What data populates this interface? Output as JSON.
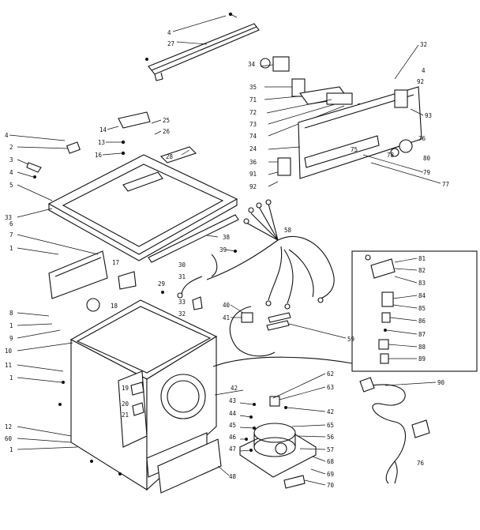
{
  "labels": [
    {
      "id": "l-4a",
      "text": "4"
    },
    {
      "id": "l-27",
      "text": "27"
    },
    {
      "id": "l-34",
      "text": "34"
    },
    {
      "id": "l-35",
      "text": "35"
    },
    {
      "id": "l-71",
      "text": "71"
    },
    {
      "id": "l-72",
      "text": "72"
    },
    {
      "id": "l-73",
      "text": "73"
    },
    {
      "id": "l-74",
      "text": "74"
    },
    {
      "id": "l-24",
      "text": "24"
    },
    {
      "id": "l-36",
      "text": "36"
    },
    {
      "id": "l-91",
      "text": "91"
    },
    {
      "id": "l-92a",
      "text": "92"
    },
    {
      "id": "l-32",
      "text": "32"
    },
    {
      "id": "l-4b",
      "text": "4"
    },
    {
      "id": "l-92b",
      "text": "92"
    },
    {
      "id": "l-93",
      "text": "93"
    },
    {
      "id": "l-76",
      "text": "76"
    },
    {
      "id": "l-78",
      "text": "78"
    },
    {
      "id": "l-80",
      "text": "80"
    },
    {
      "id": "l-79",
      "text": "79"
    },
    {
      "id": "l-75",
      "text": "75"
    },
    {
      "id": "l-77",
      "text": "77"
    },
    {
      "id": "l-14",
      "text": "14"
    },
    {
      "id": "l-13",
      "text": "13"
    },
    {
      "id": "l-16",
      "text": "16"
    },
    {
      "id": "l-25",
      "text": "25"
    },
    {
      "id": "l-26",
      "text": "26"
    },
    {
      "id": "l-28",
      "text": "28"
    },
    {
      "id": "l-4c",
      "text": "4"
    },
    {
      "id": "l-2",
      "text": "2"
    },
    {
      "id": "l-3",
      "text": "3"
    },
    {
      "id": "l-4d",
      "text": "4"
    },
    {
      "id": "l-5",
      "text": "5"
    },
    {
      "id": "l-33",
      "text": "33"
    },
    {
      "id": "l-6",
      "text": "6"
    },
    {
      "id": "l-7",
      "text": "7"
    },
    {
      "id": "l-1a",
      "text": "1"
    },
    {
      "id": "l-17",
      "text": "17"
    },
    {
      "id": "l-38",
      "text": "38"
    },
    {
      "id": "l-30",
      "text": "30"
    },
    {
      "id": "l-39",
      "text": "39"
    },
    {
      "id": "l-31",
      "text": "31"
    },
    {
      "id": "l-29",
      "text": "29"
    },
    {
      "id": "l-18",
      "text": "18"
    },
    {
      "id": "l-33b",
      "text": "33"
    },
    {
      "id": "l-32b",
      "text": "32"
    },
    {
      "id": "l-40",
      "text": "40"
    },
    {
      "id": "l-41",
      "text": "41"
    },
    {
      "id": "l-58",
      "text": "58"
    },
    {
      "id": "l-59",
      "text": "59"
    },
    {
      "id": "l-8",
      "text": "8"
    },
    {
      "id": "l-1b",
      "text": "1"
    },
    {
      "id": "l-9",
      "text": "9"
    },
    {
      "id": "l-10",
      "text": "10"
    },
    {
      "id": "l-11",
      "text": "11"
    },
    {
      "id": "l-1c",
      "text": "1"
    },
    {
      "id": "l-12",
      "text": "12"
    },
    {
      "id": "l-60",
      "text": "60"
    },
    {
      "id": "l-1d",
      "text": "1"
    },
    {
      "id": "l-19",
      "text": "19"
    },
    {
      "id": "l-20",
      "text": "20"
    },
    {
      "id": "l-21",
      "text": "21"
    },
    {
      "id": "l-42a",
      "text": "42"
    },
    {
      "id": "l-43",
      "text": "43"
    },
    {
      "id": "l-44",
      "text": "44"
    },
    {
      "id": "l-45",
      "text": "45"
    },
    {
      "id": "l-46",
      "text": "46"
    },
    {
      "id": "l-47",
      "text": "47"
    },
    {
      "id": "l-48",
      "text": "48"
    },
    {
      "id": "l-62",
      "text": "62"
    },
    {
      "id": "l-63",
      "text": "63"
    },
    {
      "id": "l-42b",
      "text": "42"
    },
    {
      "id": "l-65",
      "text": "65"
    },
    {
      "id": "l-56",
      "text": "56"
    },
    {
      "id": "l-57",
      "text": "57"
    },
    {
      "id": "l-68",
      "text": "68"
    },
    {
      "id": "l-69",
      "text": "69"
    },
    {
      "id": "l-70",
      "text": "70"
    },
    {
      "id": "l-81",
      "text": "81"
    },
    {
      "id": "l-82",
      "text": "82"
    },
    {
      "id": "l-83",
      "text": "83"
    },
    {
      "id": "l-84",
      "text": "84"
    },
    {
      "id": "l-85",
      "text": "85"
    },
    {
      "id": "l-86",
      "text": "86"
    },
    {
      "id": "l-87",
      "text": "87"
    },
    {
      "id": "l-88",
      "text": "88"
    },
    {
      "id": "l-89",
      "text": "89"
    },
    {
      "id": "l-90",
      "text": "90"
    },
    {
      "id": "l-76b",
      "text": "76"
    }
  ]
}
